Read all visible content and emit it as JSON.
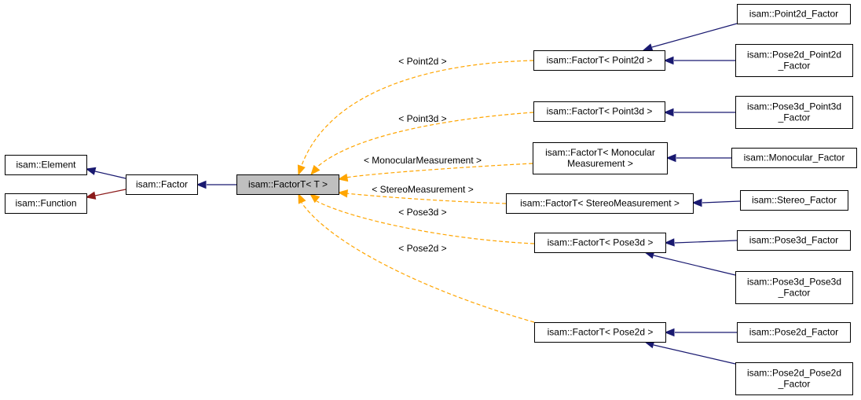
{
  "nodes": {
    "element": {
      "lines": [
        "isam::Element"
      ]
    },
    "function": {
      "lines": [
        "isam::Function"
      ]
    },
    "factor": {
      "lines": [
        "isam::Factor"
      ]
    },
    "factor_t": {
      "lines": [
        "isam::FactorT< T >"
      ]
    },
    "ft_point2d": {
      "lines": [
        "isam::FactorT< Point2d >"
      ]
    },
    "ft_point3d": {
      "lines": [
        "isam::FactorT< Point3d >"
      ]
    },
    "ft_monocular": {
      "lines": [
        "isam::FactorT< Monocular",
        "Measurement >"
      ]
    },
    "ft_stereo": {
      "lines": [
        "isam::FactorT< StereoMeasurement >"
      ]
    },
    "ft_pose3d": {
      "lines": [
        "isam::FactorT< Pose3d >"
      ]
    },
    "ft_pose2d": {
      "lines": [
        "isam::FactorT< Pose2d >"
      ]
    },
    "point2d_factor": {
      "lines": [
        "isam::Point2d_Factor"
      ]
    },
    "pose2d_point2d_factor": {
      "lines": [
        "isam::Pose2d_Point2d",
        "_Factor"
      ]
    },
    "pose3d_point3d_factor": {
      "lines": [
        "isam::Pose3d_Point3d",
        "_Factor"
      ]
    },
    "monocular_factor": {
      "lines": [
        "isam::Monocular_Factor"
      ]
    },
    "stereo_factor": {
      "lines": [
        "isam::Stereo_Factor"
      ]
    },
    "pose3d_factor": {
      "lines": [
        "isam::Pose3d_Factor"
      ]
    },
    "pose3d_pose3d_factor": {
      "lines": [
        "isam::Pose3d_Pose3d",
        "_Factor"
      ]
    },
    "pose2d_factor": {
      "lines": [
        "isam::Pose2d_Factor"
      ]
    },
    "pose2d_pose2d_factor": {
      "lines": [
        "isam::Pose2d_Pose2d",
        "_Factor"
      ]
    }
  },
  "edge_labels": {
    "point2d": "< Point2d >",
    "point3d": "< Point3d >",
    "monocular": "< MonocularMeasurement >",
    "stereo": "< StereoMeasurement >",
    "pose3d": "< Pose3d >",
    "pose2d": "< Pose2d >"
  },
  "colors": {
    "inheritance": "#191970",
    "private_inheritance": "#8b1a1a",
    "template_instance": "#ffa500",
    "highlight_fill": "#bfbfbf"
  }
}
